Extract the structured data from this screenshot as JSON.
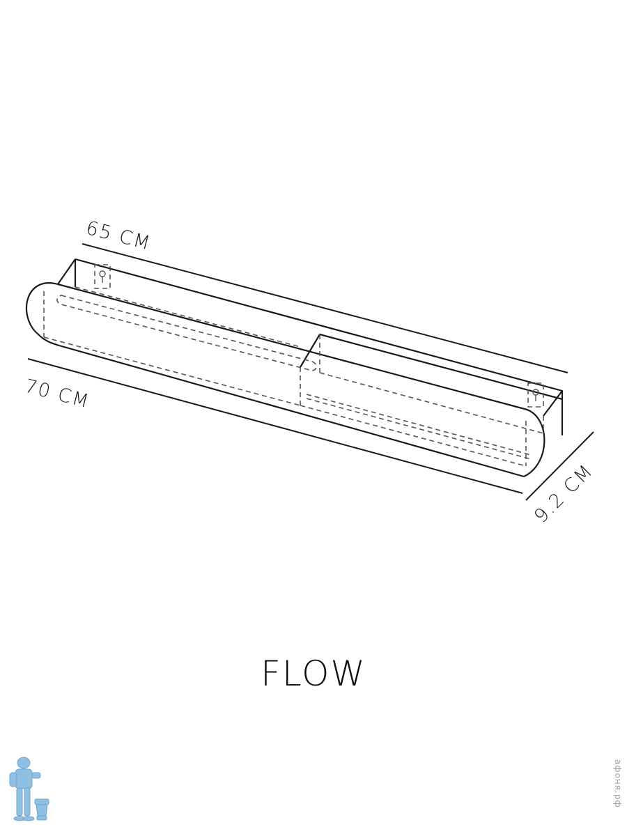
{
  "product": {
    "name": "FLOW"
  },
  "dimensions": {
    "top_length": "65 CM",
    "bottom_length": "70 CM",
    "depth": "9.2 CM"
  },
  "watermark": {
    "text": "афоня.рф"
  },
  "logo": {
    "icon": "plumber-mascot-icon",
    "color": "#8fbfe3"
  },
  "colors": {
    "line": "#1a1a1a",
    "hidden_line": "#555555"
  }
}
